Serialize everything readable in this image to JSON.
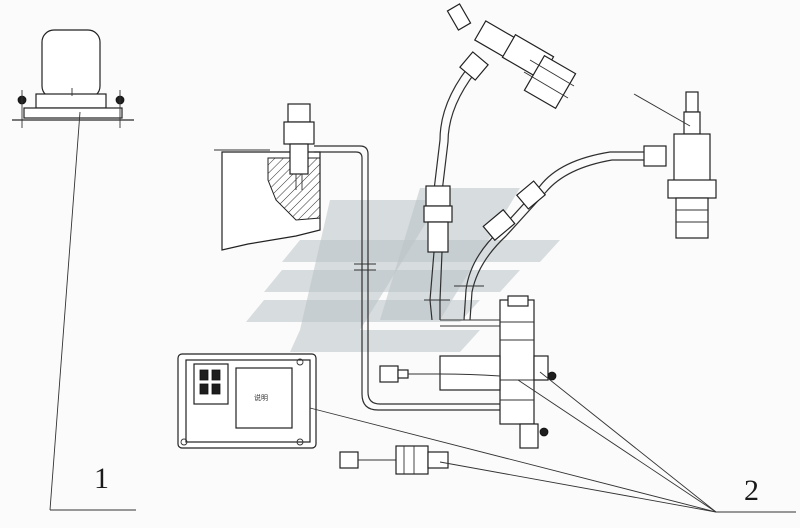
{
  "callouts": {
    "one": "1",
    "two": "2"
  },
  "inline_labels": {
    "ecu_label": "说明"
  },
  "colors": {
    "ink": "#222222",
    "watermark": "#b9c2c6",
    "background": "#fbfbfb"
  }
}
